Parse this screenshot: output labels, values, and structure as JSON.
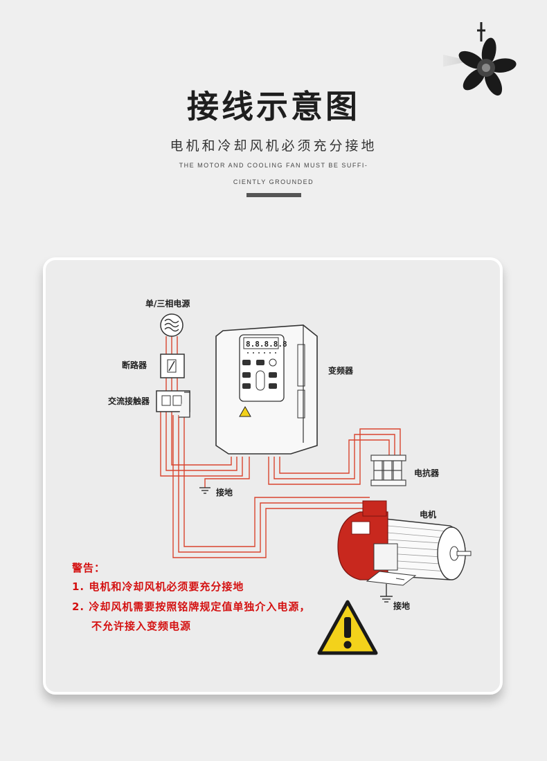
{
  "header": {
    "title": "接线示意图",
    "subtitle": "电机和冷却风机必须充分接地",
    "subtitle_en_line1": "THE MOTOR AND COOLING FAN MUST BE SUFFI-",
    "subtitle_en_line2": "CIENTLY GROUNDED"
  },
  "diagram": {
    "power_source": "单/三相电源",
    "breaker": "断路器",
    "contactor": "交流接触器",
    "inverter": "变频器",
    "display_digits": "8.8.8.8.8",
    "reactor": "电抗器",
    "motor": "电机",
    "ground_1": "接地",
    "ground_2": "接地"
  },
  "warnings": {
    "title": "警告：",
    "items": [
      "1.  电机和冷却风机必须要充分接地",
      "2.  冷却风机需要按照铭牌规定值单独介入电源，",
      "不允许接入变频电源"
    ]
  },
  "colors": {
    "wire": "#d9442e",
    "warning_text": "#d41111",
    "warning_triangle": "#f3d21b",
    "motor_red": "#c8281e"
  },
  "icons": [
    "fan-logo-icon",
    "power-wave-icon",
    "warning-triangle-icon",
    "ground-icon"
  ]
}
